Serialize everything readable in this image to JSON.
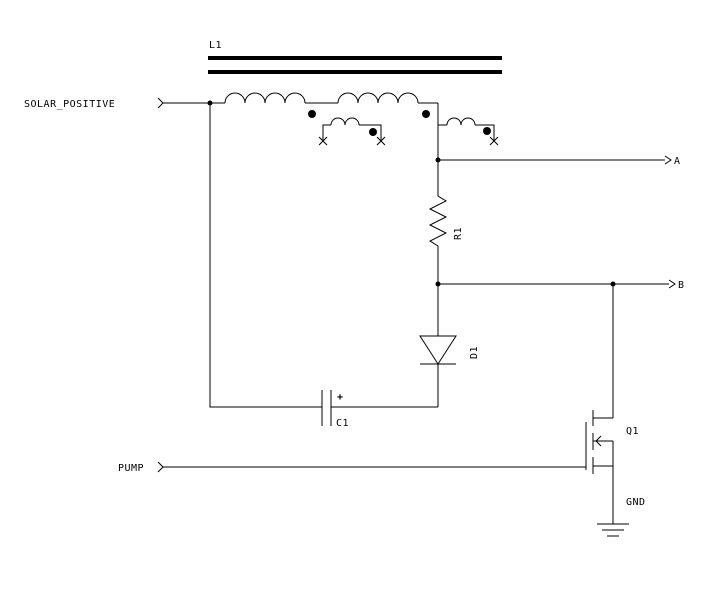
{
  "labels": {
    "transformer": "L1",
    "solar_positive": "SOLAR_POSITIVE",
    "net_a": "A",
    "net_b": "B",
    "resistor": "R1",
    "diode": "D1",
    "capacitor": "C1",
    "capacitor_polarity": "+",
    "transistor": "Q1",
    "pump": "PUMP",
    "ground": "GND"
  }
}
